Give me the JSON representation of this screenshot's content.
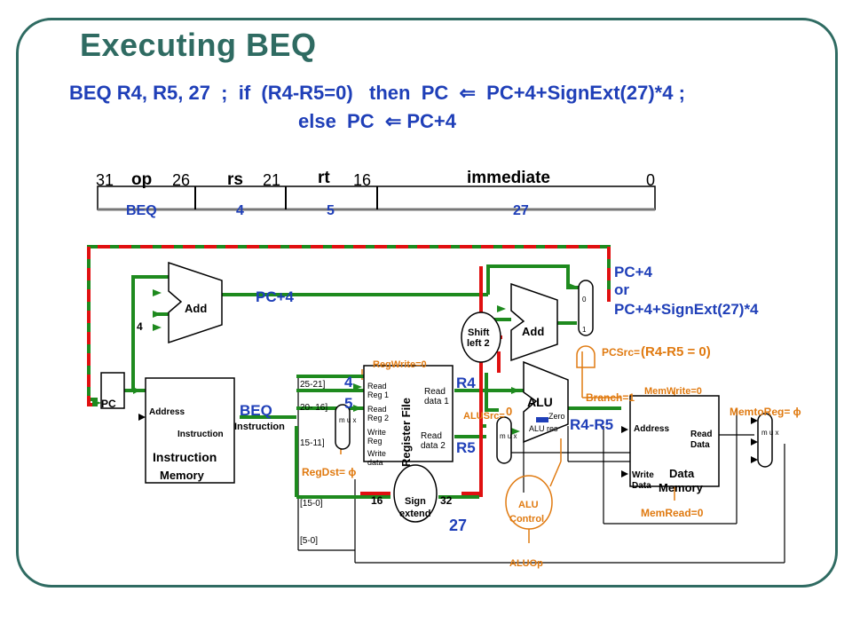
{
  "slide": {
    "title": "Executing BEQ",
    "line1": "BEQ R4, R5, 27  ;  if  (R4-R5=0)   then  PC  ⇐  PC+4+SignExt(27)*4 ;",
    "line2": "else  PC  ⇐ PC+4"
  },
  "instr_format": {
    "fields": [
      {
        "name": "op",
        "value": "BEQ",
        "hi": "31",
        "lo": "26"
      },
      {
        "name": "rs",
        "value": "4",
        "hi": "",
        "lo": "21"
      },
      {
        "name": "rt",
        "value": "5",
        "hi": "",
        "lo": "16"
      },
      {
        "name": "immediate",
        "value": "27",
        "hi": "",
        "lo": "0"
      }
    ]
  },
  "datapath": {
    "components": {
      "pc": "PC",
      "add1": "Add",
      "add2": "Add",
      "shift": "Shift left 2",
      "shift_a": "Shift",
      "shift_b": "left 2",
      "imem_addr": "Address",
      "imem_instr": "Instruction",
      "imem_name1": "Instruction",
      "imem_name2": "Memory",
      "regfile": "Register File",
      "rf_rr1a": "Read",
      "rf_rr1b": "Reg 1",
      "rf_rr2a": "Read",
      "rf_rr2b": "Reg 2",
      "rf_wra": "Write",
      "rf_wrb": "Reg",
      "rf_wda": "Write",
      "rf_wdb": "data",
      "rf_rd1a": "Read",
      "rf_rd1b": "data 1",
      "rf_rd2a": "Read",
      "rf_rd2b": "data 2",
      "alu": "ALU",
      "alu_zero": "Zero",
      "alu_res": "ALU res",
      "sign_a": "Sign",
      "sign_b": "extend",
      "alu_ctl_a": "ALU",
      "alu_ctl_b": "Control",
      "dmem_addr": "Address",
      "dmem_rda": "Read",
      "dmem_rdb": "Data",
      "dmem_wda": "Write",
      "dmem_wdb": "Data",
      "dmem_name1": "Data",
      "dmem_name2": "Memory",
      "mux": "m u x"
    },
    "bit_labels": {
      "b25": "25-21]",
      "b20": "20- 16]",
      "b15": "15-11]",
      "b150": "[15-0]",
      "b50": "[5-0]",
      "w16": "16",
      "w32": "32",
      "four": "4",
      "one": "1",
      "zero": "0"
    },
    "annotations": {
      "pc4": "PC+4",
      "pc4_out": "PC+4",
      "or": "or",
      "pc_branch": "PC+4+SignExt(27)*4",
      "pcsrc": "PCSrc=",
      "pcsrc_val": "(R4-R5 = 0)",
      "regwrite": "RegWrite=0",
      "regdst": "RegDst= ϕ",
      "alusrc": "ALUSrc=",
      "alusrc_val": "0",
      "branch": "Branch=1",
      "memwrite": "MemWrite=0",
      "memtoreg": "MemtoReg= ϕ",
      "memread": "MemRead=0",
      "aluop": "ALUOp",
      "beq": "BEQ",
      "r4": "R4",
      "r5": "R5",
      "r4r5": "R4-R5",
      "val4": "4",
      "val5": "5",
      "val27": "27"
    },
    "colors": {
      "green": "#1e8a1e",
      "red": "#e01010",
      "blue": "#1f3fb8",
      "orange": "#e07a10",
      "black": "#000000"
    }
  }
}
